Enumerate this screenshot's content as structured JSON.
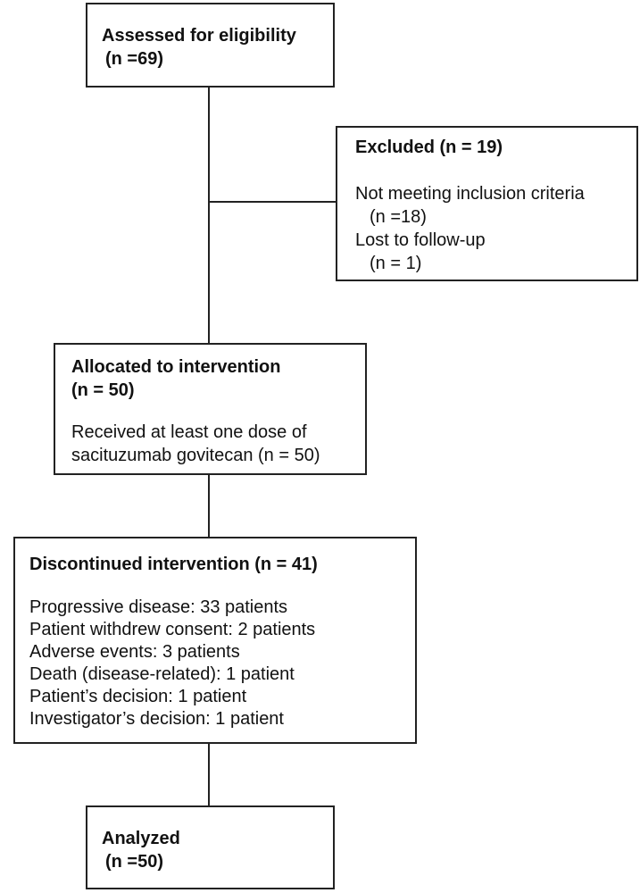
{
  "assessed": {
    "title": "Assessed for eligibility",
    "count": "(n =69)"
  },
  "excluded": {
    "title": "Excluded (n = 19)",
    "reasons": [
      {
        "label": "Not meeting inclusion criteria",
        "count": "(n =18)"
      },
      {
        "label": "Lost to follow-up",
        "count": "(n = 1)"
      }
    ]
  },
  "allocated": {
    "title": "Allocated to intervention",
    "count": "(n = 50)",
    "detail_line1": "Received at least one dose of",
    "detail_line2": "sacituzumab govitecan (n = 50)"
  },
  "discontinued": {
    "title": "Discontinued intervention (n = 41)",
    "reasons": [
      "Progressive disease: 33 patients",
      "Patient withdrew consent: 2 patients",
      "Adverse events: 3 patients",
      "Death (disease-related): 1 patient",
      "Patient’s decision: 1 patient",
      "Investigator’s decision: 1 patient"
    ]
  },
  "analyzed": {
    "title": "Analyzed",
    "count": "(n =50)"
  }
}
